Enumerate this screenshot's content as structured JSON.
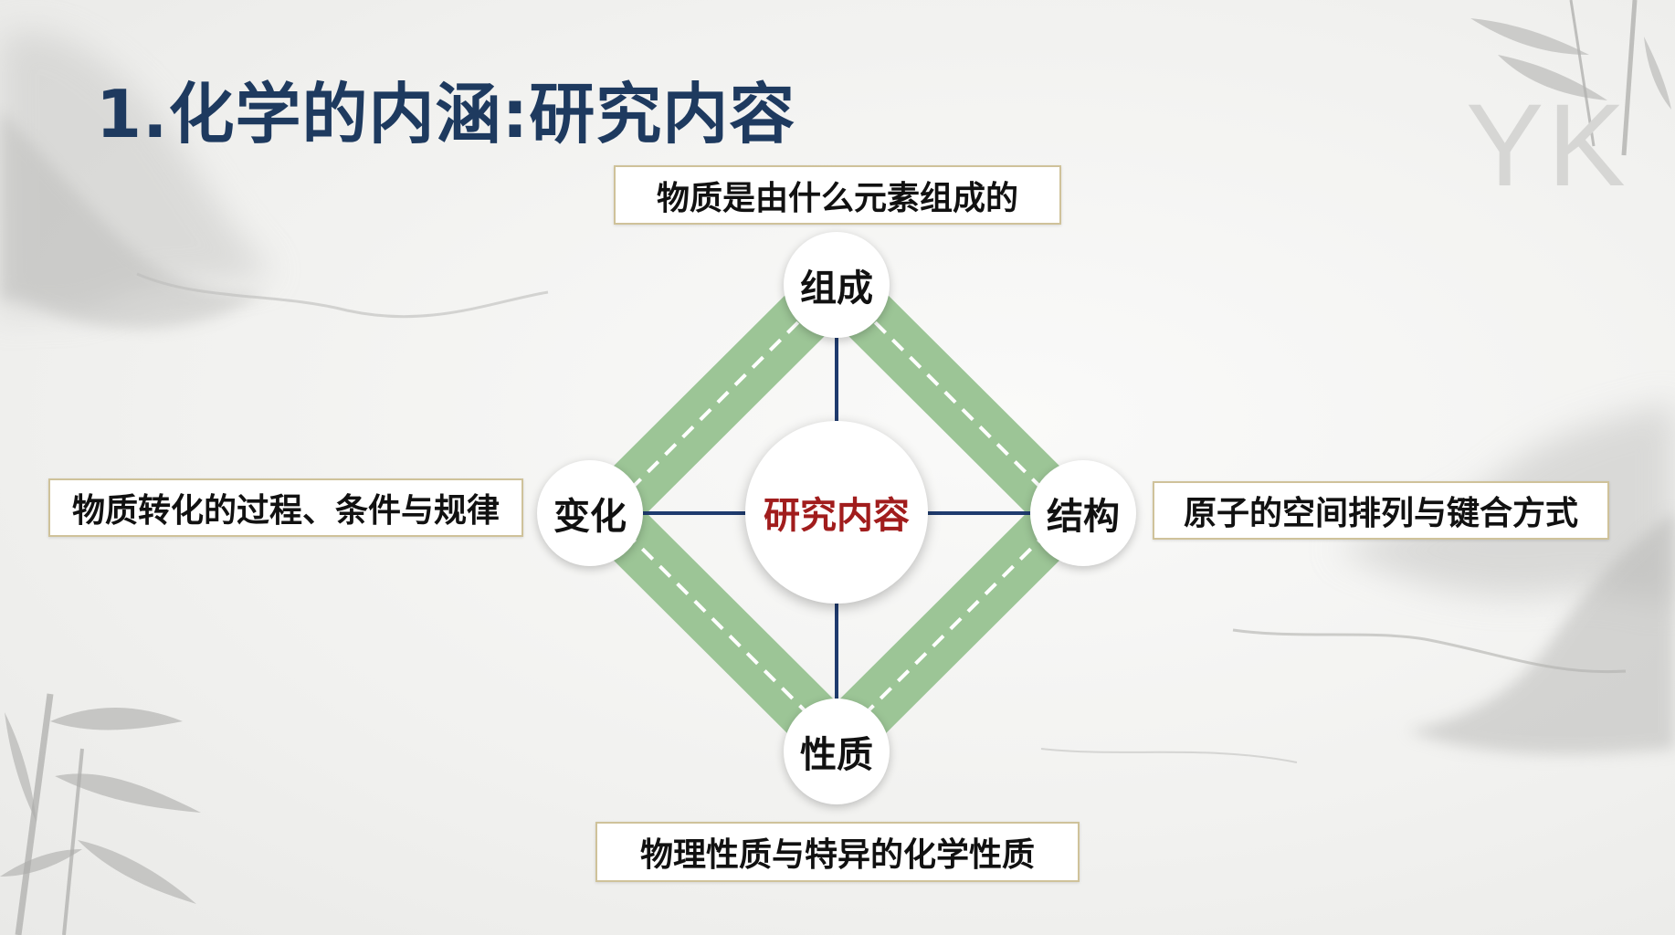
{
  "slide": {
    "title": "1.化学的内涵:研究内容",
    "watermark": "YK"
  },
  "diagram": {
    "center": "研究内容",
    "nodes": {
      "top": "组成",
      "left": "变化",
      "right": "结构",
      "bottom": "性质"
    },
    "descriptions": {
      "top": "物质是由什么元素组成的",
      "left": "物质转化的过程、条件与规律",
      "right": "原子的空间排列与键合方式",
      "bottom": "物理性质与特异的化学性质"
    },
    "colors": {
      "road": "#9cc596",
      "connector": "#1f3b6e",
      "center_text": "#a11d1d",
      "title": "#1e3a5f"
    }
  }
}
